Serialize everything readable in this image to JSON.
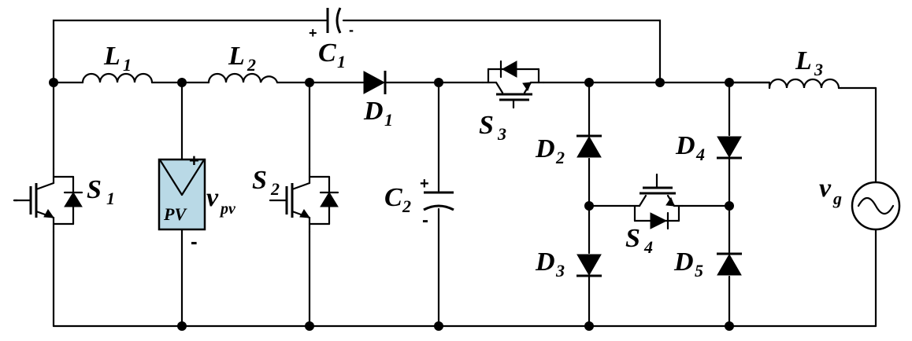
{
  "components": {
    "L1": {
      "name": "L",
      "sub": "1"
    },
    "L2": {
      "name": "L",
      "sub": "2"
    },
    "L3": {
      "name": "L",
      "sub": "3"
    },
    "C1": {
      "name": "C",
      "sub": "1",
      "plus": "+",
      "minus": "-"
    },
    "C2": {
      "name": "C",
      "sub": "2",
      "plus": "+",
      "minus": "-"
    },
    "D1": {
      "name": "D",
      "sub": "1"
    },
    "D2": {
      "name": "D",
      "sub": "2"
    },
    "D3": {
      "name": "D",
      "sub": "3"
    },
    "D4": {
      "name": "D",
      "sub": "4"
    },
    "D5": {
      "name": "D",
      "sub": "5"
    },
    "S1": {
      "name": "S",
      "sub": "1"
    },
    "S2": {
      "name": "S",
      "sub": "2"
    },
    "S3": {
      "name": "S",
      "sub": "3"
    },
    "S4": {
      "name": "S",
      "sub": "4"
    },
    "PV": {
      "label": "PV",
      "color": "#b9d9e6",
      "plus": "+",
      "minus": "-"
    },
    "vpv": {
      "name": "v",
      "sub": "pv"
    },
    "vg": {
      "name": "v",
      "sub": "g"
    }
  }
}
